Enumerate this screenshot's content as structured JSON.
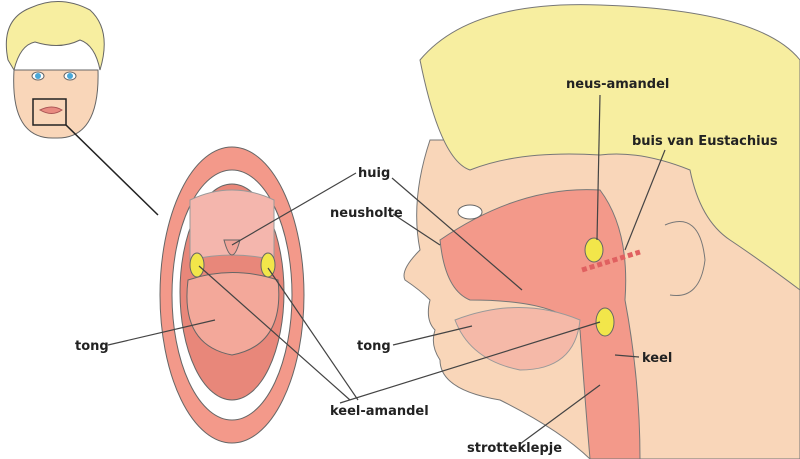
{
  "labels": {
    "huig": "huig",
    "neusholte": "neusholte",
    "neus_amandel": "neus-amandel",
    "buis_van_eustachius": "buis van Eustachius",
    "tong_left": "tong",
    "tong_right": "tong",
    "keel_amandel": "keel-amandel",
    "keel": "keel",
    "strotteklepje": "strotteklepje"
  },
  "colors": {
    "hair": "#f7eea0",
    "skin": "#f9d6b9",
    "mucosa": "#f3998a",
    "tonsil": "#f2e64a",
    "outline": "#555555"
  }
}
